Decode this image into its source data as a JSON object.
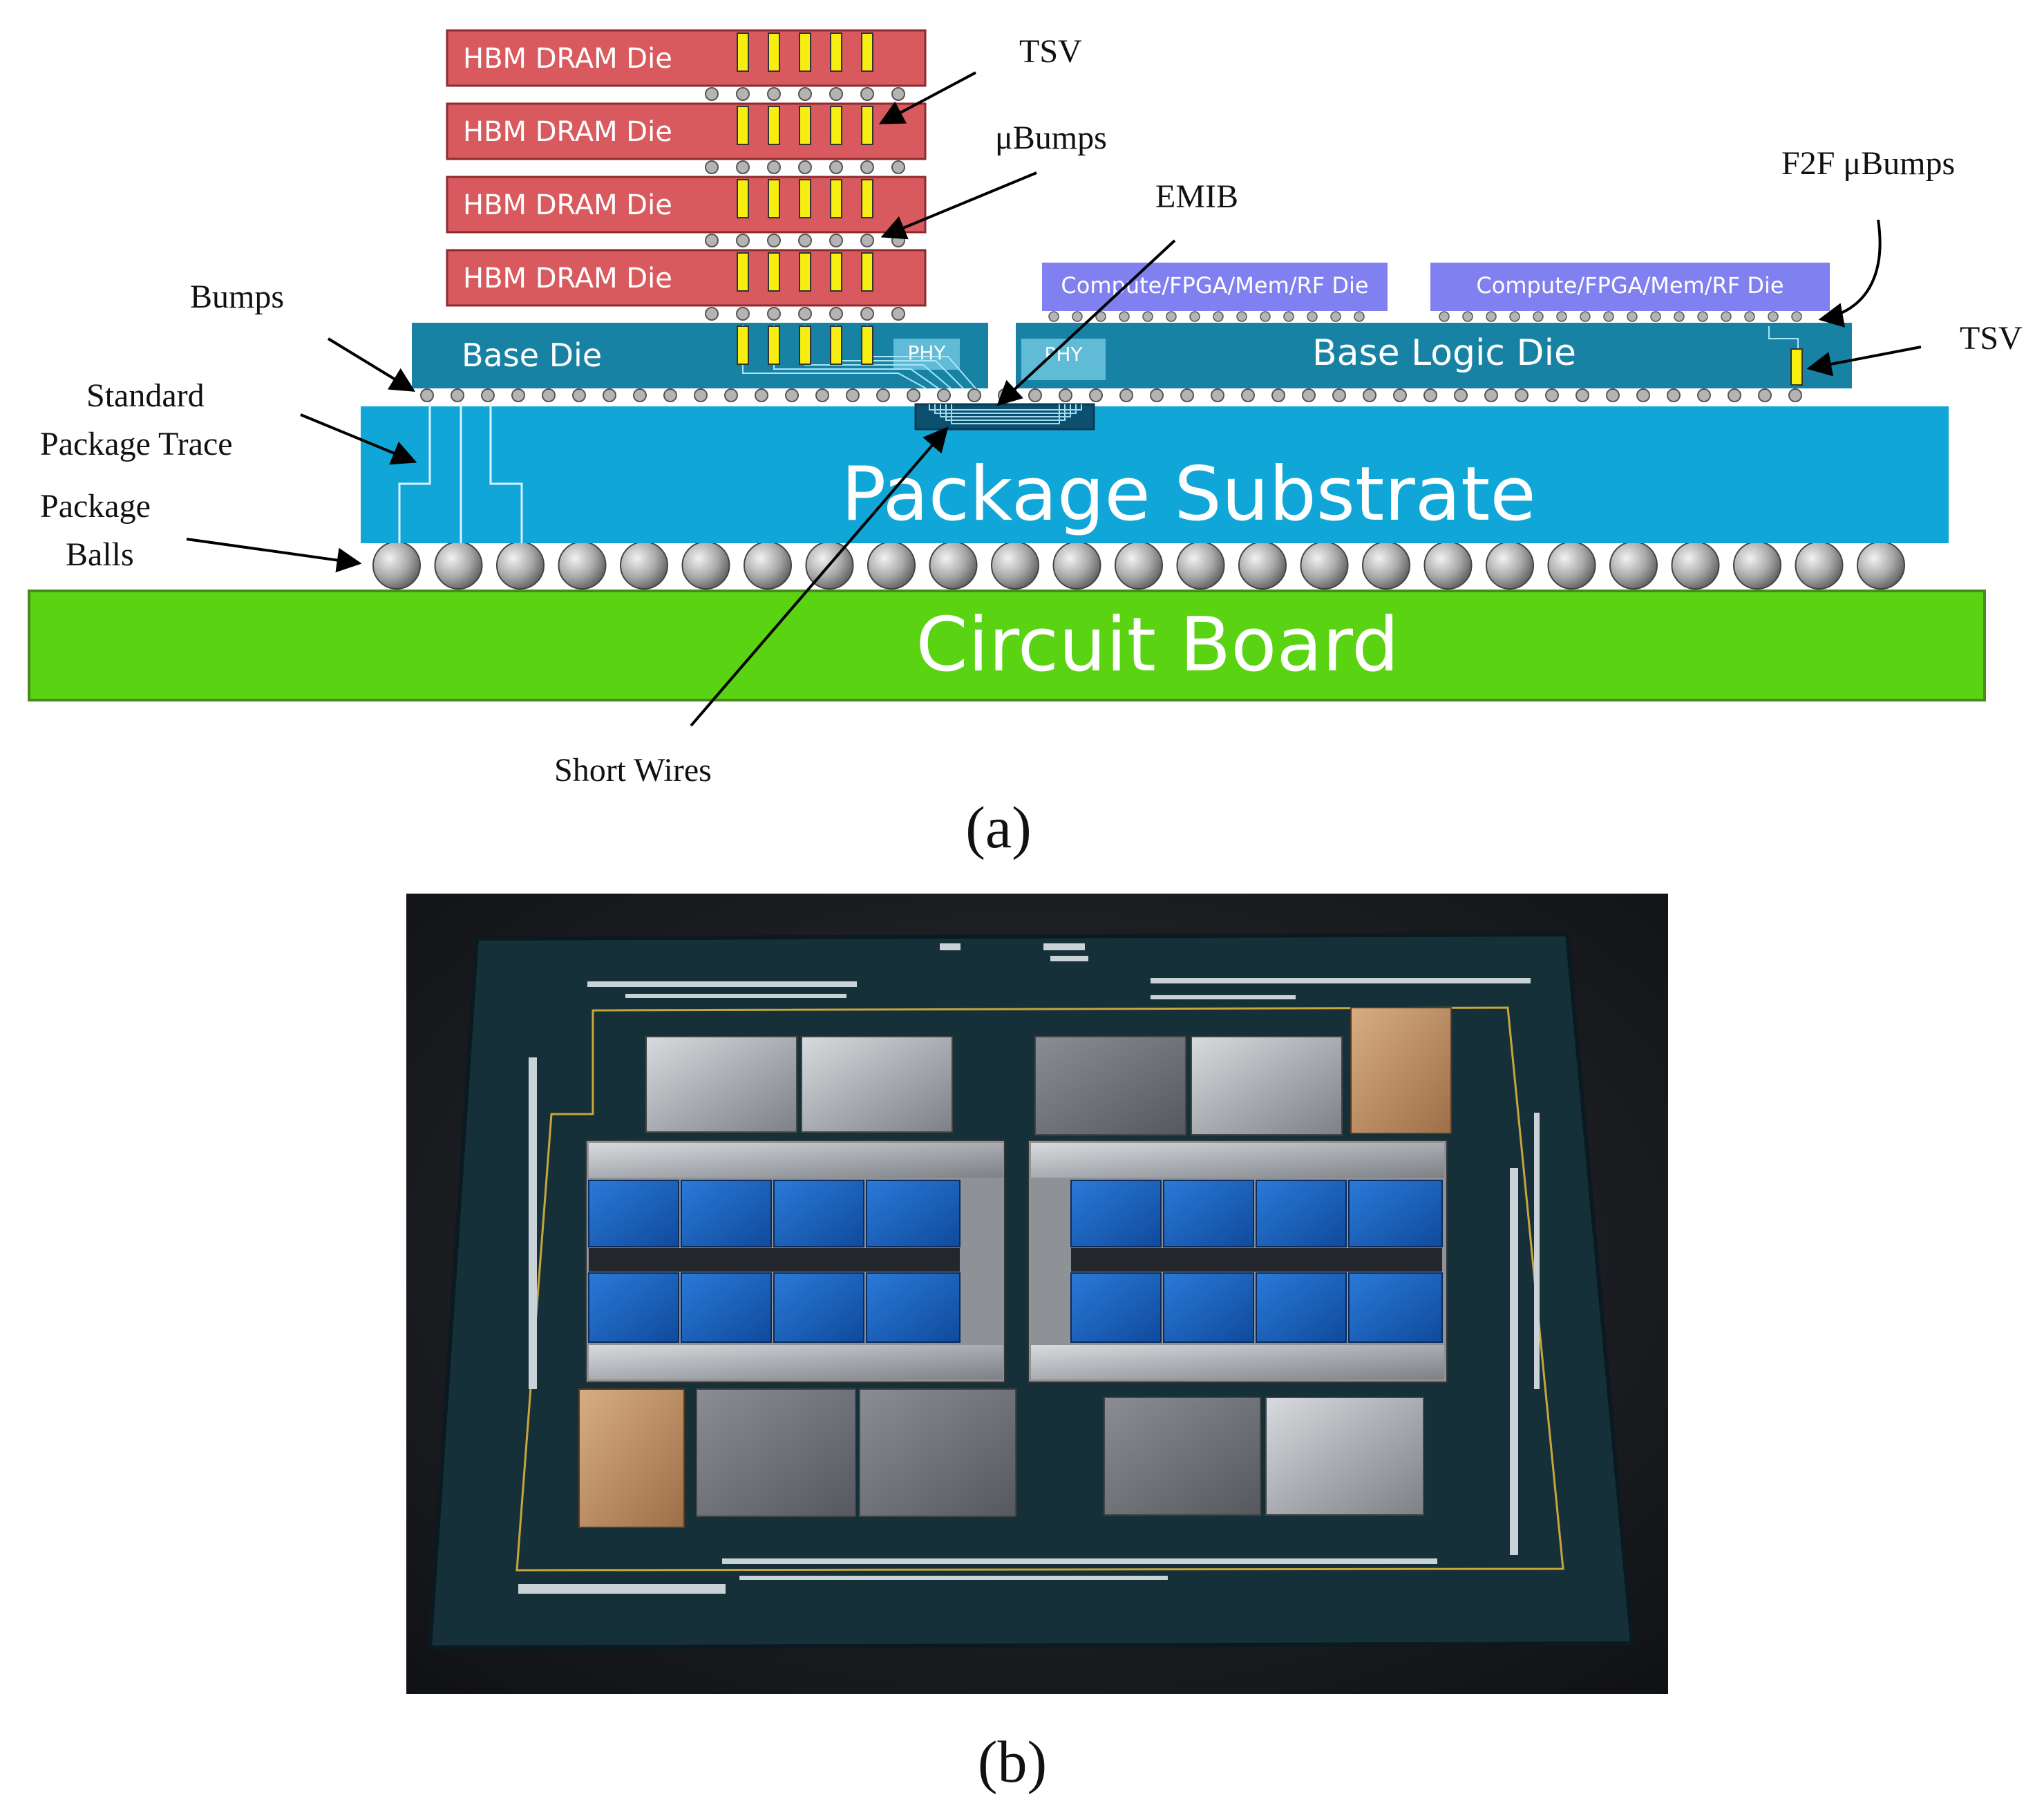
{
  "colors": {
    "hbm_die": "#d95a5e",
    "tsv": "#f5ee10",
    "base_die": "#1782a3",
    "compute_die": "#8080f0",
    "substrate": "#10a6d8",
    "circuit_board": "#5ad312",
    "package_ball": "#a0a0a0",
    "photo_background": "#1a1c20",
    "photo_package": "#16303a",
    "hbm_silver": "#a5a9ad",
    "compute_blue": "#1f66c0",
    "copper": "#c79a6e"
  },
  "diagram_a": {
    "hbm_dies": [
      "HBM DRAM Die",
      "HBM DRAM Die",
      "HBM DRAM Die",
      "HBM DRAM Die"
    ],
    "compute_dies": [
      "Compute/FPGA/Mem/RF Die",
      "Compute/FPGA/Mem/RF Die"
    ],
    "base_die": "Base Die",
    "base_logic_die": "Base Logic  Die",
    "phy_left": "PHY",
    "phy_right": "PHY",
    "package_substrate": "Package Substrate",
    "circuit_board": "Circuit Board",
    "callouts": {
      "tsv_top": "TSV",
      "ubumps": "μBumps",
      "emib": "EMIB",
      "f2f_ubumps": "F2F μBumps",
      "bumps": "Bumps",
      "standard_line1": "Standard",
      "standard_line2": "Package Trace",
      "package_balls_line1": "Package",
      "package_balls_line2": "Balls",
      "tsv_right": "TSV",
      "short_wires": "Short Wires"
    }
  },
  "captions": {
    "a": "(a)",
    "b": "(b)"
  },
  "photo_b": {
    "icons": [
      "chip-package-photo-icon"
    ]
  }
}
